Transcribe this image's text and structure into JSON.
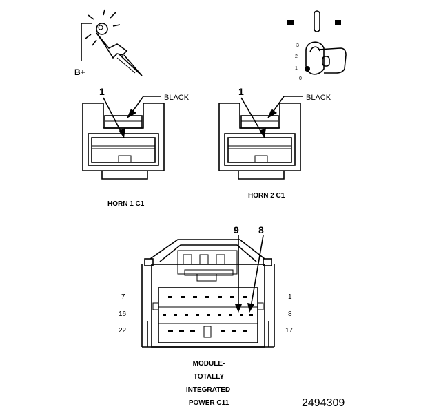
{
  "test_light": {
    "terminal_label": "B+",
    "icon": "test-light-probe-icon"
  },
  "ignition": {
    "positions": [
      "3",
      "2",
      "1",
      "0"
    ],
    "icon": "ignition-key-icon"
  },
  "horn1": {
    "pin_callout": "1",
    "wire_color": "BLACK",
    "caption": "HORN 1 C1"
  },
  "horn2": {
    "pin_callout": "1",
    "wire_color": "BLACK",
    "caption": "HORN 2 C1"
  },
  "tipm": {
    "pin_callouts": [
      "9",
      "8"
    ],
    "row_labels_left": [
      "7",
      "16",
      "22"
    ],
    "row_labels_right": [
      "1",
      "8",
      "17"
    ],
    "caption_lines": [
      "MODULE-",
      "TOTALLY",
      "INTEGRATED",
      "POWER C11"
    ]
  },
  "figure_id": "2494309"
}
